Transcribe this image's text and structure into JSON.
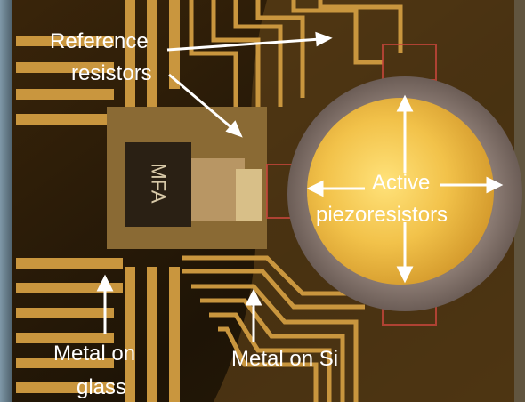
{
  "labels": {
    "reference_resistors": [
      "Reference",
      "resistors"
    ],
    "active_piezoresistors": [
      "Active",
      "piezoresistors"
    ],
    "chip_marking": "MFA",
    "metal_on_glass": [
      "Metal on",
      "glass"
    ],
    "metal_on_si": "Metal on Si"
  },
  "colors": {
    "label_text": "#ffffff",
    "arrow": "#ffffff",
    "gold_metal": "#c9963e",
    "membrane": "#f2c24a",
    "background_dark": "#1b1206"
  }
}
